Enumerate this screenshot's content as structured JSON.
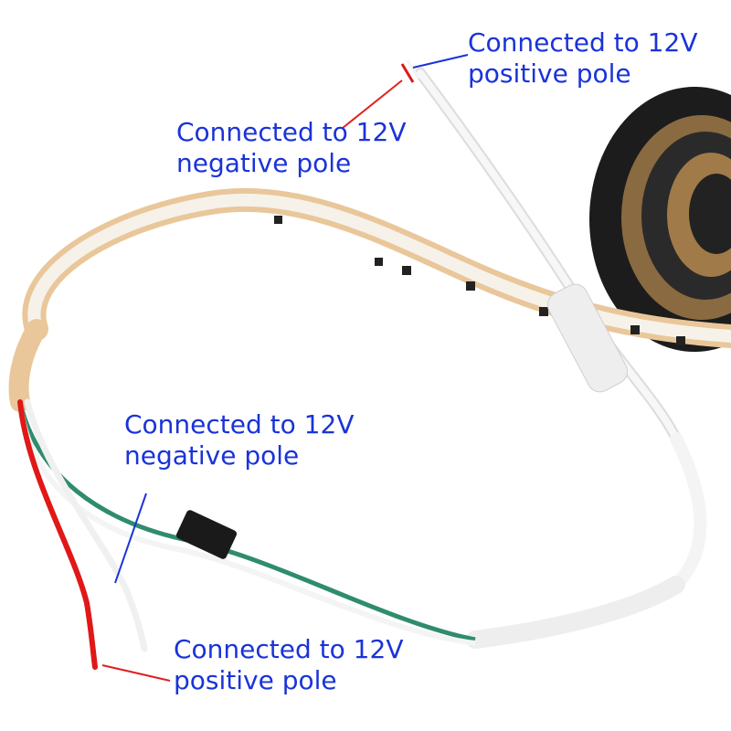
{
  "labels": {
    "top_right": {
      "line1": "Connected to 12V",
      "line2": "positive pole"
    },
    "top_left": {
      "line1": "Connected to 12V",
      "line2": "negative pole"
    },
    "mid_left": {
      "line1": "Connected to 12V",
      "line2": "negative pole"
    },
    "bottom": {
      "line1": "Connected to 12V",
      "line2": "positive pole"
    }
  },
  "colors": {
    "label_text": "#1a33d9",
    "pointer_positive": "#e02020",
    "pointer_negative": "#1a33d9",
    "wire_red": "#e01818",
    "wire_white": "#f4f4f4",
    "wire_green": "#2f8c6e",
    "strip_tape": "#e9c79a",
    "reel": "#1c1c1c"
  }
}
